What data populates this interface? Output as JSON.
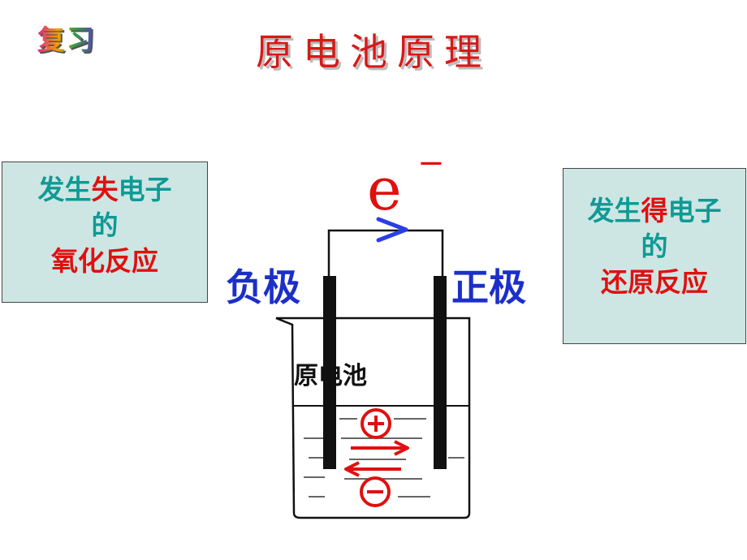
{
  "badge": "复习",
  "title": "原电池原理",
  "left_box": {
    "line1_a": "发生",
    "line1_b": "失",
    "line1_c": "电子",
    "line2": "的",
    "line3": "氧化反应"
  },
  "right_box": {
    "line1_a": "发生",
    "line1_b": "得",
    "line1_c": "电子",
    "line2": "的",
    "line3": "还原反应"
  },
  "diagram": {
    "electron_label": "e",
    "electron_sup": "−",
    "negative_label": "负极",
    "positive_label": "正极",
    "cell_label": "原电池"
  },
  "colors": {
    "title_red": "#d91818",
    "teal_text": "#0f9a94",
    "box_bg": "#cde6e4",
    "electrode_label_blue": "#1c2fc8",
    "arrow_blue": "#2b3ee6"
  }
}
